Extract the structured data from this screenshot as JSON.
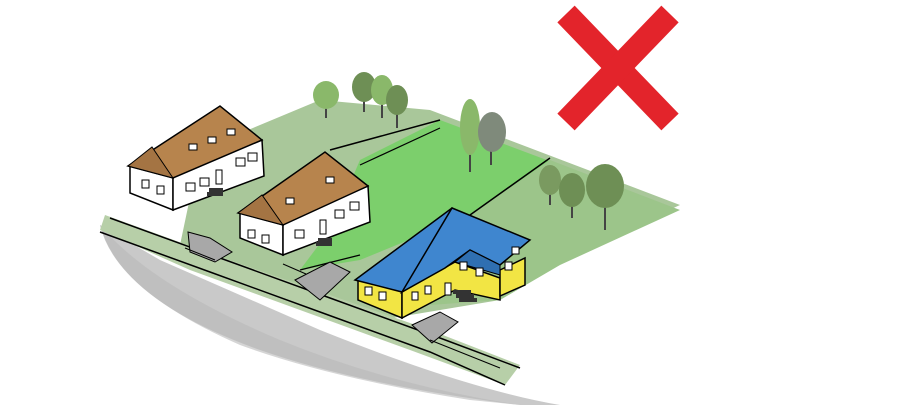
{
  "illustration": {
    "icons": {
      "status_mark": "red-x-icon"
    },
    "colors": {
      "background": "#ffffff",
      "grass_light": "#a9c79a",
      "grass_mid": "#8fbd6f",
      "grass_bright": "#7ccf6c",
      "road": "#c9c9c9",
      "road_edge": "#b5b5b5",
      "driveway": "#a8a8a8",
      "wall_white": "#ffffff",
      "roof_brown": "#b7844d",
      "house_yellow": "#f2e544",
      "roof_blue": "#3f86cf",
      "tree_green": "#8ab86a",
      "tree_dark": "#6e8f55",
      "tree_grey": "#7f8a7b",
      "cross_red": "#e3242b",
      "outline": "#000000"
    },
    "houses": [
      {
        "name": "house-left-brown-roof"
      },
      {
        "name": "house-middle-brown-roof"
      },
      {
        "name": "house-yellow-blue-roof"
      }
    ],
    "trees_count_visible": 9
  }
}
